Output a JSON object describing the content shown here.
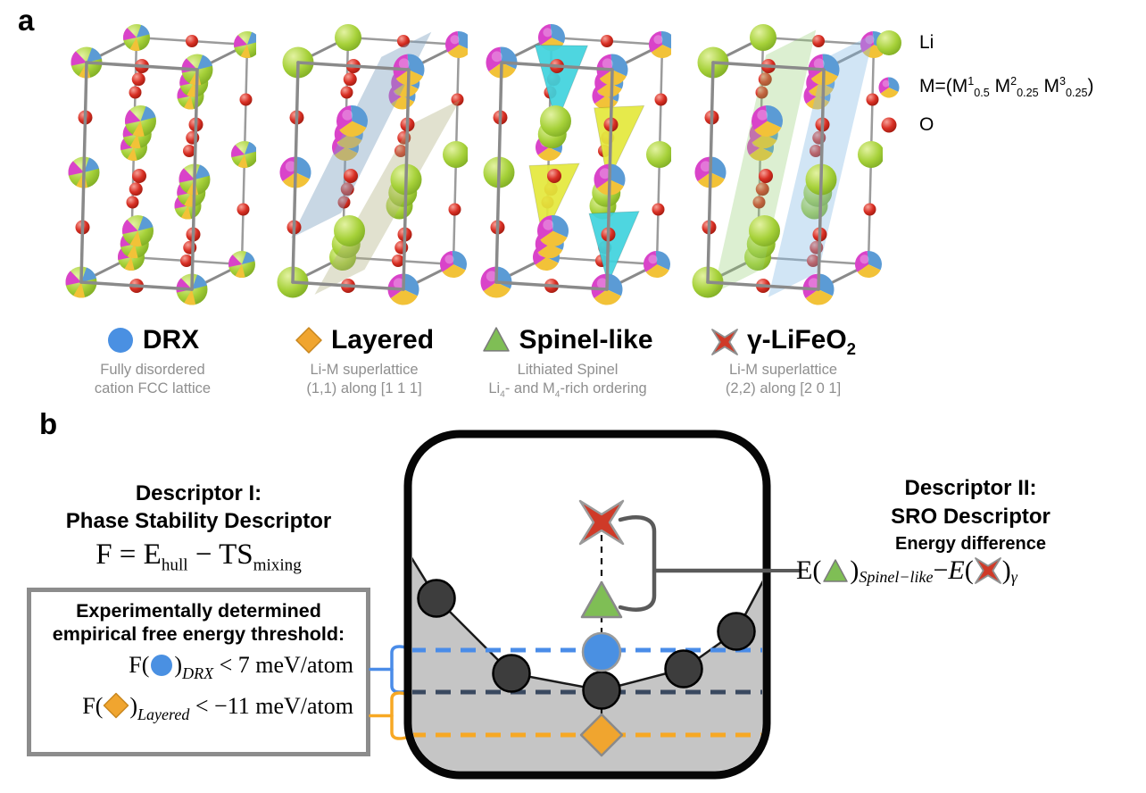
{
  "figure": {
    "panel_a_label": "a",
    "panel_b_label": "b"
  },
  "structures": [
    {
      "id": "drx",
      "title": "DRX",
      "symbol": "circle",
      "pattern": "disordered",
      "overlay": "none",
      "caption": [
        "Fully disordered",
        "cation FCC lattice"
      ]
    },
    {
      "id": "layered",
      "title": "Layered",
      "symbol": "diamond",
      "pattern": "layered",
      "overlay": "planes",
      "caption": [
        "Li-M superlattice",
        "(1,1) along [1 1 1]"
      ]
    },
    {
      "id": "spinel",
      "title": "Spinel-like",
      "symbol": "triangle",
      "pattern": "spinel",
      "overlay": "tetrahedra",
      "caption": [
        "Lithiated Spinel",
        "Li_{4}- and M_{4}-rich ordering"
      ]
    },
    {
      "id": "gamma",
      "title": "γ-LiFeO_{2}",
      "symbol": "cross",
      "pattern": "gamma",
      "overlay": "bigplanes",
      "caption": [
        "Li-M superlattice",
        "(2,2) along [2 0 1]"
      ]
    }
  ],
  "legend": [
    {
      "type": "li",
      "label": "Li"
    },
    {
      "type": "m",
      "label": "M=(M^{1}_{0.5} M^{2}_{0.25} M^{3}_{0.25})"
    },
    {
      "type": "o",
      "label": "O"
    }
  ],
  "descriptor1": {
    "title_line1": "Descriptor I:",
    "title_line2": "Phase Stability Descriptor",
    "formula": "F = E_{hull} − TS_{mixing}",
    "box": {
      "header_line1": "Experimentally determined",
      "header_line2": "empirical free energy threshold:",
      "drx": {
        "pre": "F(",
        "post": ")",
        "sub": "DRX",
        "rest": " < 7 meV/atom"
      },
      "layered": {
        "pre": "F(",
        "post": ")",
        "sub": "Layered",
        "rest": " < −11 meV/atom"
      }
    }
  },
  "descriptor2": {
    "title_line1": "Descriptor II:",
    "title_line2": "SRO Descriptor",
    "subtitle": "Energy difference",
    "formula": {
      "e1": "E(",
      "close1": ")",
      "sub1": "Spinel−like",
      "minus": " − ",
      "e2": "E",
      "open2": "(",
      "close2": ")",
      "sub2": "γ"
    }
  },
  "hull_diagram": {
    "num_hull_points": 5,
    "markers_on_axis": [
      "gamma-cross",
      "spinel-triangle",
      "drx-circle",
      "hull-point",
      "layered-diamond"
    ],
    "dashed_levels": [
      "drx-threshold",
      "ground-state",
      "layered-threshold"
    ]
  },
  "colors": {
    "li_green": "#a6d139",
    "o_red": "#d93025",
    "m_blue": "#5b9bd5",
    "m_magenta": "#d943c9",
    "m_yellow": "#f2c238",
    "drx_blue": "#4a90e2",
    "layered_orange": "#f0a52f",
    "spinel_green": "#7fbe55",
    "gamma_red": "#cf3a28",
    "hull_gray": "#c5c5c5",
    "dot_dark": "#3d3d3d",
    "dash_blue": "#4a8ce8",
    "dash_navy": "#3a4960",
    "dash_orange": "#f7a824",
    "wireframe": "#8a8a8a",
    "bracket_gray": "#5a5a5a",
    "tetra_cyan": "#3fd3de",
    "tetra_yellow": "#e4e93c"
  }
}
